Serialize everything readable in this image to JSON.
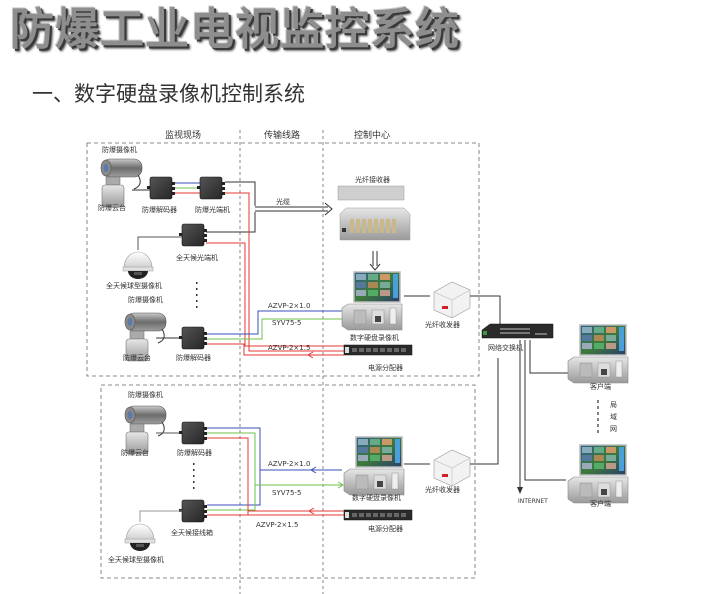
{
  "title": "防爆工业电视监控系统",
  "subtitle": "一、数字硬盘录像机控制系统",
  "zones": {
    "field": "监视现场",
    "transmission": "传输线路",
    "control": "控制中心"
  },
  "top_group": {
    "camera1_label": "防爆摄像机",
    "ptz1_label": "防爆云台",
    "decoder1_label": "防爆解码器",
    "optical_transmitter_label": "防爆光端机",
    "dome_optical_label": "全天候光端机",
    "dome_camera_label": "全天候球型摄像机",
    "camera2_label": "防爆摄像机",
    "ptz2_label": "防爆云台",
    "decoder2_label": "防爆解码器",
    "fiber_label": "光缆",
    "fiber_receiver_label": "光纤接收器",
    "dvr_label": "数字硬盘录像机",
    "transceiver_label": "光纤收发器",
    "power_label": "电源分配器",
    "cable_control": "AZVP-2×1.0",
    "cable_video": "SYV75-5",
    "cable_power": "AZVP-2×1.5"
  },
  "bottom_group": {
    "camera_label": "防爆摄像机",
    "ptz_label": "防爆云台",
    "decoder_label": "防爆解码器",
    "junction_label": "全天候接线箱",
    "dome_camera_label": "全天候球型摄像机",
    "dvr_label": "数字硬盘录像机",
    "transceiver_label": "光纤收发器",
    "power_label": "电源分配器",
    "cable_control": "AZVP-2×1.0",
    "cable_video": "SYV75-5",
    "cable_power": "AZVP-2×1.5"
  },
  "network": {
    "switch_label": "网络交换机",
    "client1_label": "客户端",
    "client2_label": "客户端",
    "lan_label": [
      "局",
      "域",
      "网"
    ],
    "internet_label": "INTERNET"
  },
  "colors": {
    "control_cable": "#3a4fb8",
    "video_cable": "#6cc24a",
    "power_cable": "#e53935",
    "fiber_cable": "#333333"
  }
}
